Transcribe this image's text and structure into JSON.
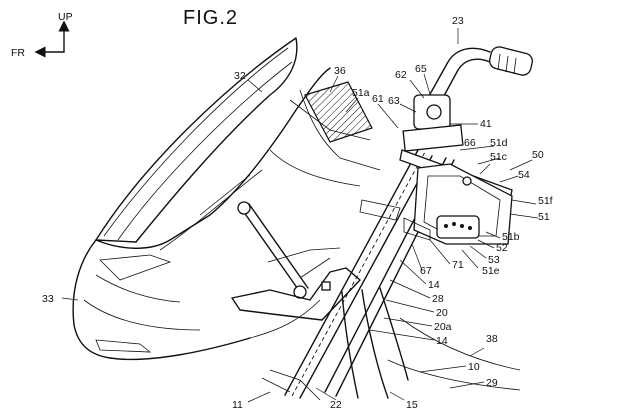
{
  "figure": {
    "title": "FIG.2",
    "direction_up": "UP",
    "direction_front": "FR"
  },
  "labels": {
    "l23": "23",
    "l32": "32",
    "l36": "36",
    "l51a": "51a",
    "l61": "61",
    "l62": "62",
    "l65": "65",
    "l63": "63",
    "l41": "41",
    "l66": "66",
    "l51d": "51d",
    "l51c": "51c",
    "l50": "50",
    "l54": "54",
    "l51f": "51f",
    "l51": "51",
    "l51b": "51b",
    "l52": "52",
    "l53": "53",
    "l71": "71",
    "l51e": "51e",
    "l67": "67",
    "l14a": "14",
    "l28": "28",
    "l20": "20",
    "l20a": "20a",
    "l14b": "14",
    "l38": "38",
    "l10": "10",
    "l29": "29",
    "l33": "33",
    "l11": "11",
    "l22": "22",
    "l15": "15"
  }
}
